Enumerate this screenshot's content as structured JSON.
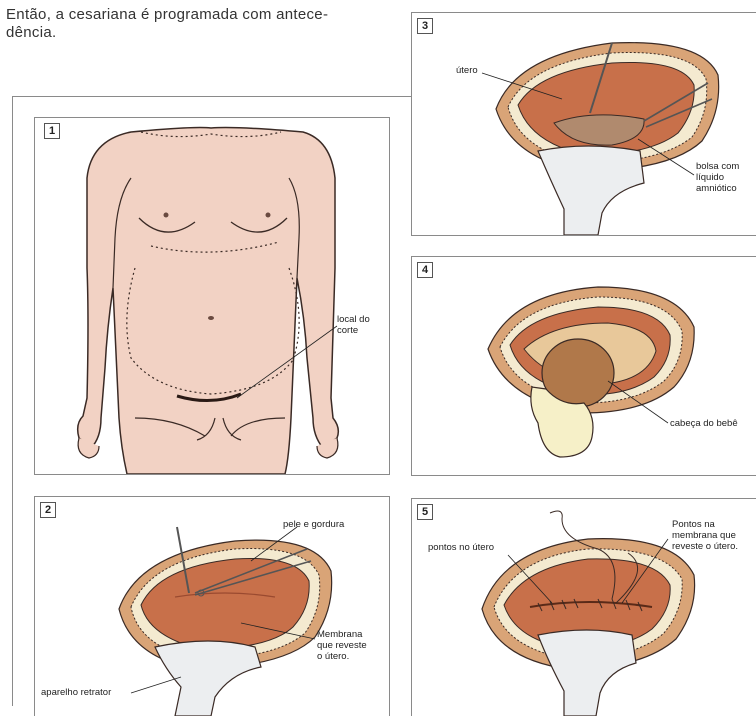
{
  "intro_text": "Então, a cesariana é programada com antece-\ndência.",
  "panels": [
    {
      "number": "1",
      "labels": {
        "cut": "local do\ncorte"
      }
    },
    {
      "number": "2",
      "labels": {
        "skin": "pele e gordura",
        "membrane": "Membrana\nque reveste\no útero.",
        "retractor": "aparelho retrator"
      }
    },
    {
      "number": "3",
      "labels": {
        "uterus": "útero",
        "bag": "bolsa com\nlíquido\namniótico"
      }
    },
    {
      "number": "4",
      "labels": {
        "head": "cabeça do bebê"
      }
    },
    {
      "number": "5",
      "labels": {
        "stitches": "pontos no útero",
        "membrane_stitches": "Pontos na\nmembrana que\nreveste o útero."
      }
    }
  ],
  "colors": {
    "skin": "#f2d2c4",
    "skin_outline": "#3a2a25",
    "incision_outer": "#d9a477",
    "tissue": "#c8704a",
    "tissue_dark": "#9a4a30",
    "fat": "#f4ead0",
    "retractor": "#eceef0",
    "baby": "#b0784a"
  }
}
